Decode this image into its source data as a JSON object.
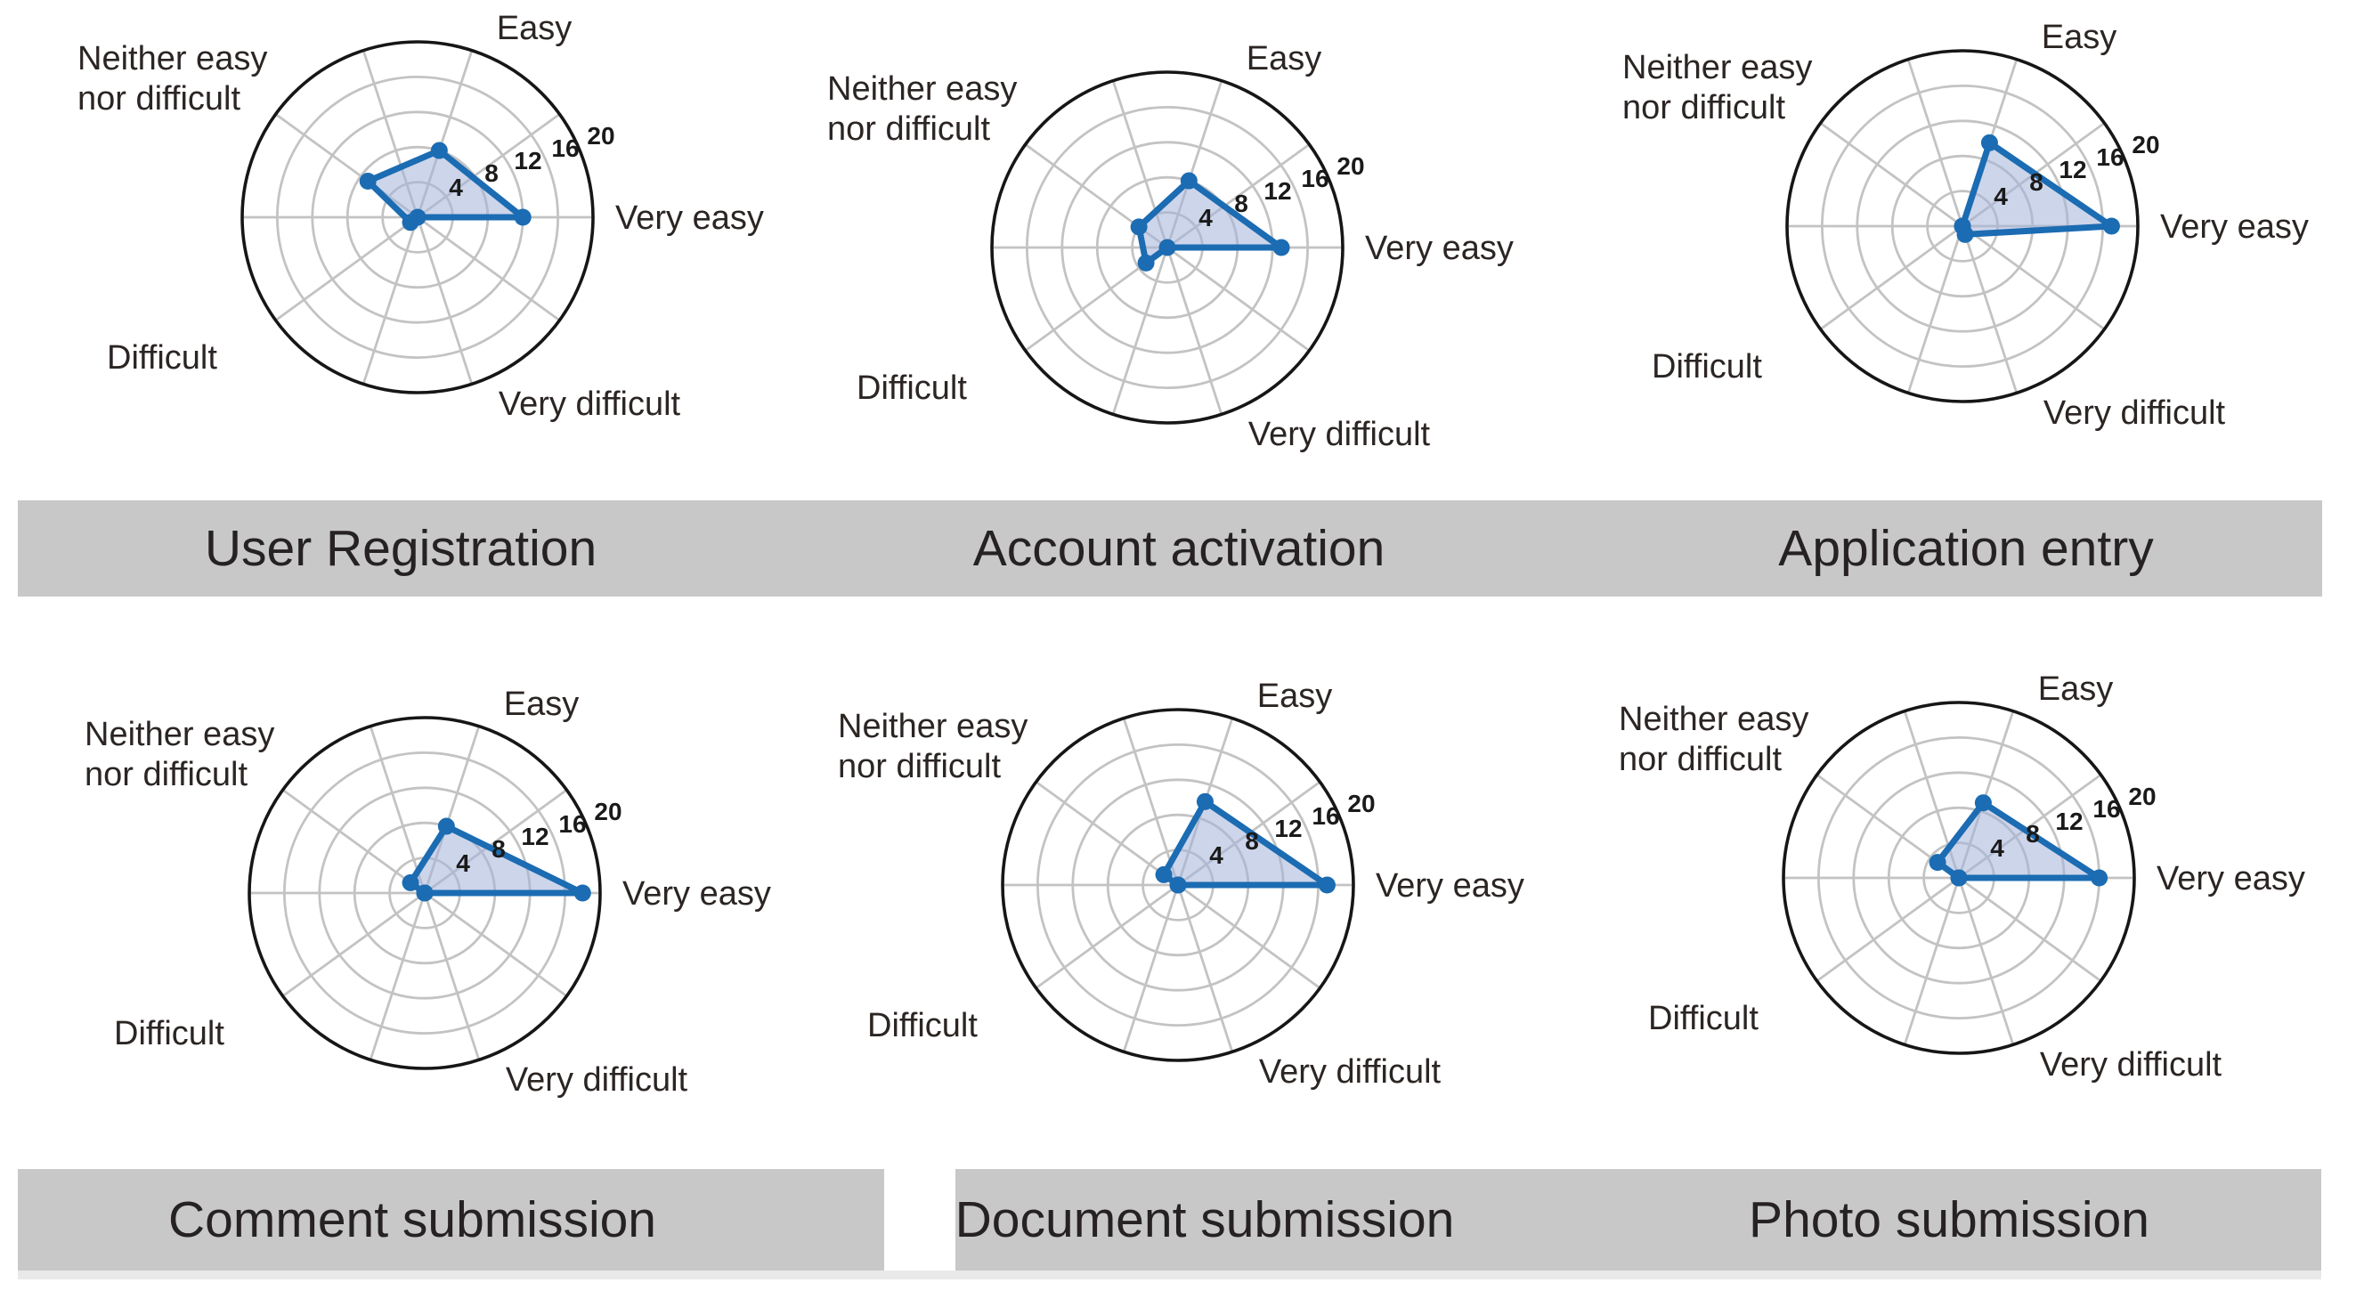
{
  "figure": {
    "background": "#ffffff",
    "description": "Six five-axis radar (polar) charts of survey ease ratings, each with a gray title banner below"
  },
  "colors": {
    "polygon_stroke": "#1b6cb2",
    "polygon_fill": "#a4b3db",
    "polygon_fill_opacity": 0.55,
    "marker": "#1b6cb2",
    "grid": "#c3c3c3",
    "outer_circle": "#161616",
    "banner": "#c8c8c8",
    "banner_underline": "#e9e9e9",
    "label_text": "#2b2523",
    "tick_text": "#1a1a1a",
    "title_text": "#262223"
  },
  "axis_labels": {
    "very_easy": "Very easy",
    "easy": "Easy",
    "neither_line1": "Neither easy",
    "neither_line2": "nor difficult",
    "difficult": "Difficult",
    "very_difficult": "Very difficult"
  },
  "chart_data": [
    {
      "type": "radar",
      "title": "User Registration",
      "categories": [
        "Very easy",
        "Easy",
        "Neither easy nor difficult",
        "Difficult",
        "Very difficult"
      ],
      "values": [
        12,
        8,
        7,
        1,
        0
      ],
      "ticks": [
        4,
        8,
        12,
        16,
        20
      ],
      "rmax": 20
    },
    {
      "type": "radar",
      "title": "Account activation",
      "categories": [
        "Very easy",
        "Easy",
        "Neither easy nor difficult",
        "Difficult",
        "Very difficult"
      ],
      "values": [
        13,
        8,
        4,
        3,
        0
      ],
      "ticks": [
        4,
        8,
        12,
        16,
        20
      ],
      "rmax": 20
    },
    {
      "type": "radar",
      "title": "Application entry",
      "categories": [
        "Very easy",
        "Easy",
        "Neither easy nor difficult",
        "Difficult",
        "Very difficult"
      ],
      "values": [
        17,
        10,
        0,
        0,
        1
      ],
      "ticks": [
        4,
        8,
        12,
        16,
        20
      ],
      "rmax": 20
    },
    {
      "type": "radar",
      "title": "Comment submission",
      "categories": [
        "Very easy",
        "Easy",
        "Neither easy nor difficult",
        "Difficult",
        "Very difficult"
      ],
      "values": [
        18,
        8,
        2,
        0,
        0
      ],
      "ticks": [
        4,
        8,
        12,
        16,
        20
      ],
      "rmax": 20
    },
    {
      "type": "radar",
      "title": "Document submission",
      "categories": [
        "Very easy",
        "Easy",
        "Neither easy nor difficult",
        "Difficult",
        "Very difficult"
      ],
      "values": [
        17,
        10,
        2,
        0,
        0
      ],
      "ticks": [
        4,
        8,
        12,
        16,
        20
      ],
      "rmax": 20
    },
    {
      "type": "radar",
      "title": "Photo submission",
      "categories": [
        "Very easy",
        "Easy",
        "Neither easy nor difficult",
        "Difficult",
        "Very difficult"
      ],
      "values": [
        16,
        9,
        3,
        0,
        0
      ],
      "ticks": [
        4,
        8,
        12,
        16,
        20
      ],
      "rmax": 20
    }
  ]
}
